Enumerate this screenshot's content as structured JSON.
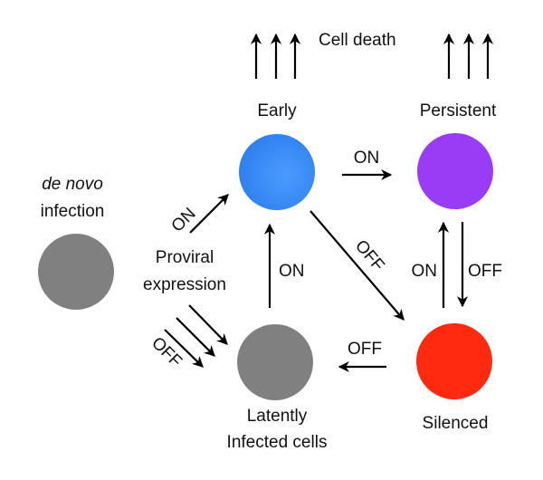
{
  "title": "Cell death",
  "nodes": {
    "early": {
      "label": "Early",
      "color": "#3d8ff5"
    },
    "persistent": {
      "label": "Persistent",
      "color": "#9a3cf5"
    },
    "de_novo": {
      "label_italic": "de novo",
      "label": "infection",
      "color": "#808080"
    },
    "latent": {
      "label_line1": "Latently",
      "label_line2": "Infected cells",
      "color": "#808080"
    },
    "silenced": {
      "label": "Silenced",
      "color": "#ff2a10"
    }
  },
  "edges": {
    "denovo_to_early": "ON",
    "proviral_label_line1": "Proviral",
    "proviral_label_line2": "expression",
    "denovo_to_latent": "OFF",
    "latent_to_early": "ON",
    "early_to_persistent": "ON",
    "early_to_silenced": "OFF",
    "silenced_to_persistent": "ON",
    "persistent_to_silenced": "OFF",
    "silenced_to_latent": "OFF"
  }
}
